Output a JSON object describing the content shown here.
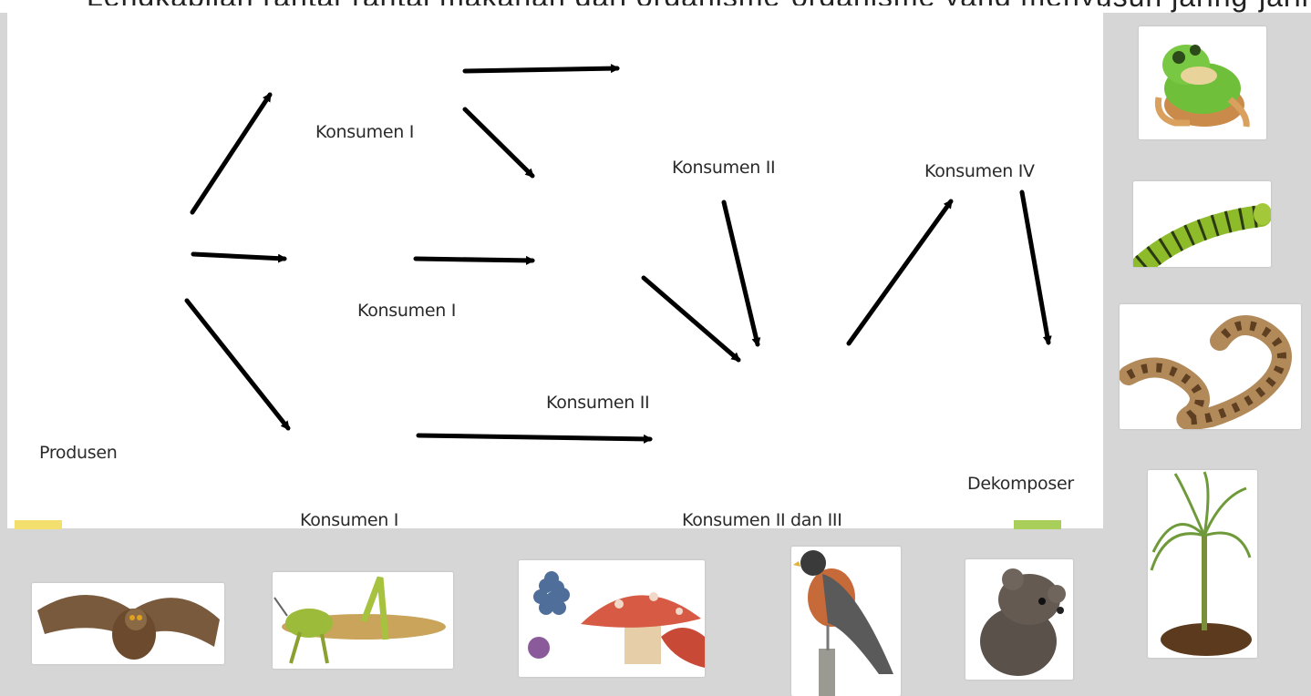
{
  "title_fragment": "Lengkapilah rantai-rantai makanan dari organisme-organisme yang menyusun jaring-jaring makanan",
  "labels": {
    "konsumen_i_top": "Konsumen I",
    "konsumen_i_mid": "Konsumen I",
    "konsumen_i_bottom": "Konsumen I",
    "konsumen_ii_top": "Konsumen II",
    "konsumen_ii_mid": "Konsumen II",
    "konsumen_iv": "Konsumen  IV",
    "produsen": "Produsen",
    "dekomposer": "Dekomposer",
    "konsumen_ii_dan_iii": "Konsumen II dan III"
  },
  "colors": {
    "board": "#ffffff",
    "panel": "#d6d6d6",
    "arrow": "#000000",
    "produsen_swatch": "#f3df6e",
    "dekomposer_swatch": "#a9cf5a"
  },
  "organisms": {
    "right_column": [
      "frog-image",
      "caterpillar-image",
      "snake-image",
      "sugarcane-plant-image"
    ],
    "bottom_row": [
      "owl-image",
      "grasshopper-image",
      "fungi-mushroom-image",
      "robin-bird-image",
      "mouse-image"
    ]
  }
}
